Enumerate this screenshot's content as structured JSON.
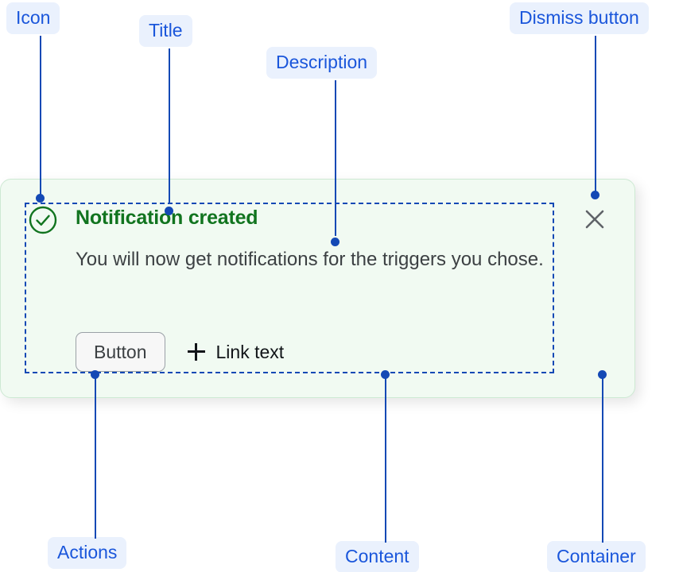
{
  "annotations": {
    "icon": {
      "label": "Icon"
    },
    "title": {
      "label": "Title"
    },
    "description": {
      "label": "Description"
    },
    "dismiss": {
      "label": "Dismiss button"
    },
    "actions": {
      "label": "Actions"
    },
    "content": {
      "label": "Content"
    },
    "container": {
      "label": "Container"
    }
  },
  "notification": {
    "icon_name": "check-circle-icon",
    "title": "Notification created",
    "description": "You will now get notifications for the triggers you chose.",
    "actions": {
      "button_label": "Button",
      "link_icon_name": "plus-icon",
      "link_label": "Link text"
    },
    "dismiss_icon_name": "close-icon"
  },
  "colors": {
    "annotation_pill_bg": "#eaf1fd",
    "annotation_text": "#1a56db",
    "leader_line": "#1449b5",
    "container_bg": "#f1faf2",
    "container_border": "#cde9d3",
    "title_green": "#11741f",
    "description_text": "#3c4043",
    "dismiss_icon": "#5f6368",
    "button_bg": "#f7f7f7",
    "button_border": "#9aa0a6"
  }
}
